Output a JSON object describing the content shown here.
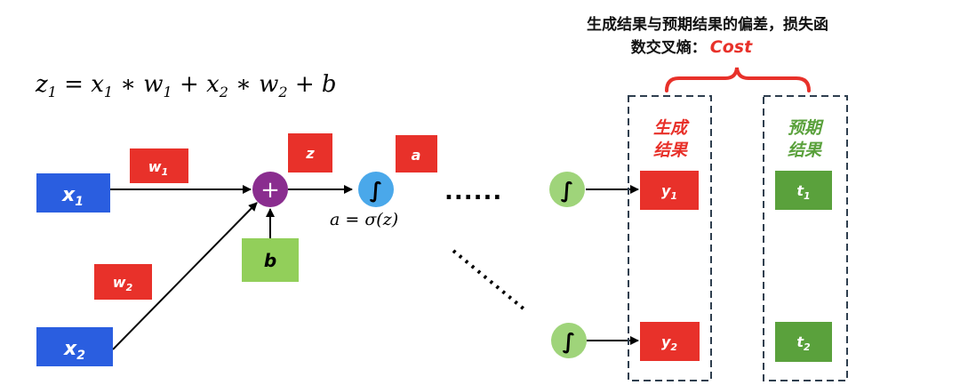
{
  "formula": {
    "lhs": "z",
    "lhs_sub": "1",
    "eq": " = ",
    "t1": "x",
    "t1_sub": "1",
    "op1": " ∗ ",
    "t2": "w",
    "t2_sub": "1",
    "plus1": " + ",
    "t3": "x",
    "t3_sub": "2",
    "op2": " ∗ ",
    "t4": "w",
    "t4_sub": "2",
    "plus2": " + ",
    "t5": "b"
  },
  "inputs": {
    "x1": {
      "main": "x",
      "sub": "1"
    },
    "x2": {
      "main": "x",
      "sub": "2"
    }
  },
  "weights": {
    "w1": {
      "main": "w",
      "sub": "1"
    },
    "w2": {
      "main": "w",
      "sub": "2"
    }
  },
  "bias_label": "b",
  "sum_symbol": "+",
  "z_label": "z",
  "a_label": "a",
  "sigma_symbol": "∫",
  "activation_formula": "a = σ(z)",
  "dots": "......",
  "outputs": {
    "y1": {
      "main": "y",
      "sub": "1"
    },
    "y2": {
      "main": "y",
      "sub": "2"
    }
  },
  "targets": {
    "t1": {
      "main": "t",
      "sub": "1"
    },
    "t2": {
      "main": "t",
      "sub": "2"
    }
  },
  "generated_header": [
    "生成",
    "结果"
  ],
  "expected_header": [
    "预期",
    "结果"
  ],
  "title_line1": "生成结果与预期结果的偏差，损失函",
  "title_line2": "数交叉熵：",
  "cost_label": "Cost",
  "colors": {
    "input_blue": "#2a5ee0",
    "weight_red": "#e8312a",
    "bias_green": "#92cf5a",
    "sum_purple": "#8a2d8f",
    "sigma_blue": "#4aa8ea",
    "sigma_green": "#9fd47a",
    "target_green": "#5aa13c"
  }
}
